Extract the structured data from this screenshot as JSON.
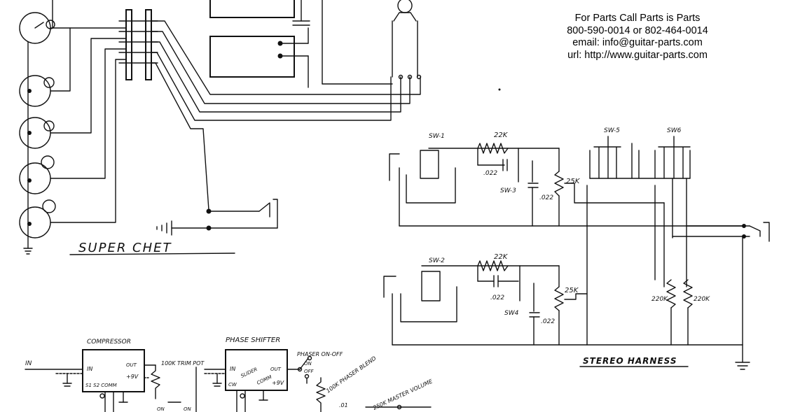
{
  "contact": {
    "line1": "For Parts Call Parts is Parts",
    "line2": "800-590-0014 or 802-464-0014",
    "line3": "email: info@guitar-parts.com",
    "line4": "url: http://www.guitar-parts.com"
  },
  "titles": {
    "super_chet": "SUPER CHET",
    "stereo_harness": "STEREO HARNESS"
  },
  "stereo": {
    "sw1": "SW-1",
    "sw2": "SW-2",
    "sw3": "SW-3",
    "sw4": "SW4",
    "sw5": "SW-5",
    "sw6": "SW6",
    "r_top": "22K",
    "r_bot": "22K",
    "cap_a": ".022",
    "cap_b": ".022",
    "cap_c": ".022",
    "cap_d": ".022",
    "pot_top": "25K",
    "pot_bot": "25K",
    "r220_a": "220K",
    "r220_b": "220K"
  },
  "effects": {
    "in_label": "IN",
    "compressor_title": "COMPRESSOR",
    "comp_in": "IN",
    "comp_out": "OUT",
    "comp_plus9": "+9V",
    "comp_pins": "S1 S2 COMM",
    "trimpot": "100K TRIM POT",
    "on_label_a": "ON",
    "on_label_b": "ON",
    "phase_title": "PHASE SHIFTER",
    "ph_in": "IN",
    "ph_out": "OUT",
    "ph_slider": "SLIDER",
    "ph_comm": "COMM",
    "ph_plus9": "+9V",
    "ph_cw": "CW",
    "phaser_onoff": "PHASER ON-OFF",
    "ph_on": "ON",
    "ph_off": "OFF",
    "phaser_blend": "100K PHASER BLEND",
    "master_volume": "250K MASTER VOLUME",
    "cap_01": ".01"
  }
}
